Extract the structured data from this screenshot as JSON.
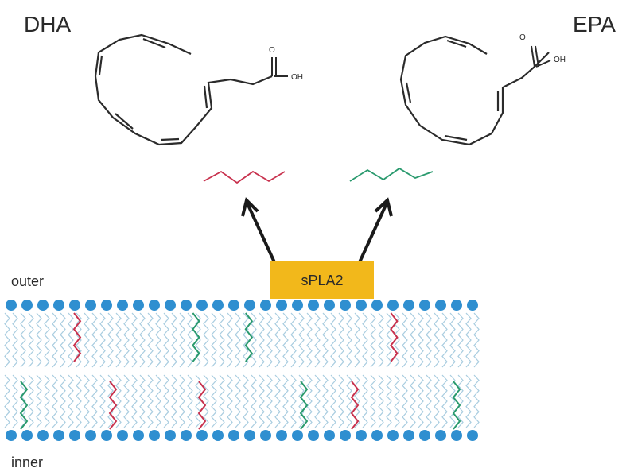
{
  "molecules": {
    "dha": {
      "name": "DHA",
      "acid_o": "O",
      "acid_oh": "OH"
    },
    "epa": {
      "name": "EPA",
      "acid_o": "O",
      "acid_oh": "OH"
    }
  },
  "membrane": {
    "outer_label": "outer",
    "inner_label": "inner"
  },
  "enzyme": {
    "label": "sPLA2",
    "color": "#f2b81b"
  },
  "colors": {
    "dha_chain": "#c8324e",
    "epa_chain": "#2a9a6e",
    "head": "#2f8fd0",
    "lipid_tail": "#a9cde0",
    "structure": "#2b2b2b"
  }
}
